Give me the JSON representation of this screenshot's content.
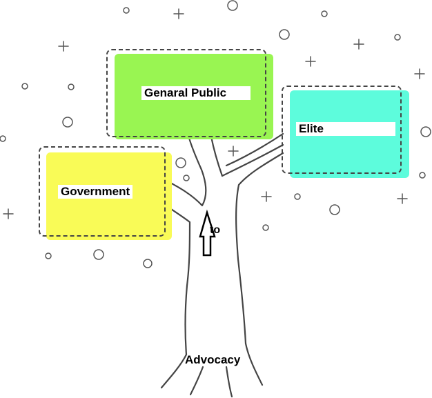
{
  "nodes": {
    "general_public": {
      "label": "Genaral Public",
      "color": "#99f552"
    },
    "elite": {
      "label": "Elite",
      "color": "#5dfcdc"
    },
    "government": {
      "label": "Government",
      "color": "#f9fb57"
    }
  },
  "arrow_label": "to",
  "trunk_label": "Advocacy",
  "colors": {
    "stroke": "#444444",
    "sparkle": "#555555"
  }
}
